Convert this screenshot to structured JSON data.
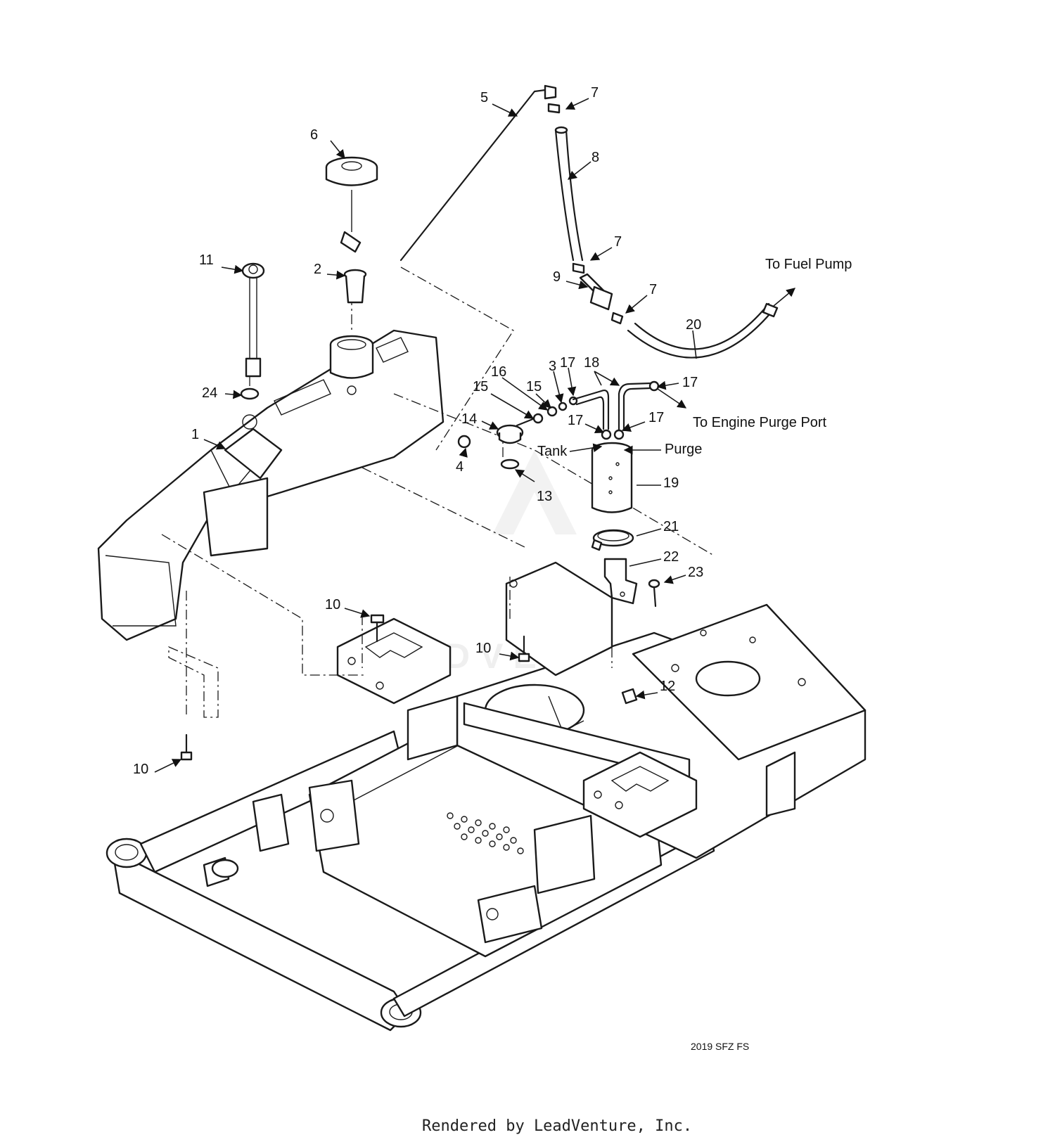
{
  "diagram_code": "2019 SFZ FS",
  "footer": "Rendered by LeadVenture, Inc.",
  "watermark": "LEADVENTURE",
  "callouts": [
    {
      "id": "c1",
      "text": "1"
    },
    {
      "id": "c2",
      "text": "2"
    },
    {
      "id": "c3",
      "text": "3"
    },
    {
      "id": "c4",
      "text": "4"
    },
    {
      "id": "c5",
      "text": "5"
    },
    {
      "id": "c6",
      "text": "6"
    },
    {
      "id": "c7a",
      "text": "7"
    },
    {
      "id": "c7b",
      "text": "7"
    },
    {
      "id": "c7c",
      "text": "7"
    },
    {
      "id": "c8",
      "text": "8"
    },
    {
      "id": "c9",
      "text": "9"
    },
    {
      "id": "c10a",
      "text": "10"
    },
    {
      "id": "c10b",
      "text": "10"
    },
    {
      "id": "c10c",
      "text": "10"
    },
    {
      "id": "c11",
      "text": "11"
    },
    {
      "id": "c12",
      "text": "12"
    },
    {
      "id": "c13",
      "text": "13"
    },
    {
      "id": "c14",
      "text": "14"
    },
    {
      "id": "c15a",
      "text": "15"
    },
    {
      "id": "c15b",
      "text": "15"
    },
    {
      "id": "c16",
      "text": "16"
    },
    {
      "id": "c17a",
      "text": "17"
    },
    {
      "id": "c17b",
      "text": "17"
    },
    {
      "id": "c17c",
      "text": "17"
    },
    {
      "id": "c17d",
      "text": "17"
    },
    {
      "id": "c18",
      "text": "18"
    },
    {
      "id": "c19",
      "text": "19"
    },
    {
      "id": "c20",
      "text": "20"
    },
    {
      "id": "c21",
      "text": "21"
    },
    {
      "id": "c22",
      "text": "22"
    },
    {
      "id": "c23",
      "text": "23"
    },
    {
      "id": "c24",
      "text": "24"
    }
  ],
  "annotations": {
    "to_fuel_pump": "To Fuel Pump",
    "to_engine_purge_port": "To Engine Purge Port",
    "tank": "Tank",
    "purge": "Purge"
  }
}
